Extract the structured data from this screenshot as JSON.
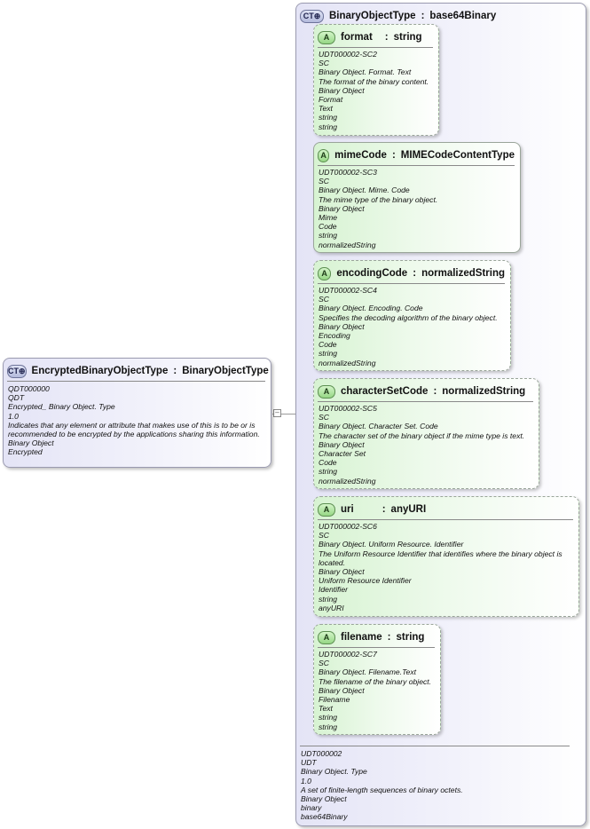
{
  "left_type": {
    "badge": "CT",
    "name": "EncryptedBinaryObjectType",
    "base": "BinaryObjectType",
    "details": [
      "QDT000000",
      "QDT",
      "Encrypted_ Binary Object. Type",
      "1.0",
      "Indicates that any element or attribute that makes use of this is to be or is recommended to be encrypted by the applications sharing this information.",
      "Binary Object",
      "Encrypted"
    ]
  },
  "right_type": {
    "badge": "CT",
    "name": "BinaryObjectType",
    "base": "base64Binary",
    "details": [
      "UDT000002",
      "UDT",
      "Binary Object. Type",
      "1.0",
      "A set of finite-length sequences of binary octets.",
      "Binary Object",
      "binary",
      "base64Binary"
    ]
  },
  "attributes": [
    {
      "badge": "A",
      "name": "format",
      "type": "string",
      "details": [
        "UDT000002-SC2",
        "SC",
        "Binary Object. Format. Text",
        "The format of the binary content.",
        "Binary Object",
        "Format",
        "Text",
        "string",
        "string"
      ]
    },
    {
      "badge": "A",
      "name": "mimeCode",
      "type": "MIMECodeContentType",
      "details": [
        "UDT000002-SC3",
        "SC",
        "Binary Object. Mime. Code",
        "The mime type of the binary object.",
        "Binary Object",
        "Mime",
        "Code",
        "string",
        "normalizedString"
      ]
    },
    {
      "badge": "A",
      "name": "encodingCode",
      "type": "normalizedString",
      "details": [
        "UDT000002-SC4",
        "SC",
        "Binary Object. Encoding. Code",
        "Specifies the decoding algorithm of the binary object.",
        "Binary Object",
        "Encoding",
        "Code",
        "string",
        "normalizedString"
      ]
    },
    {
      "badge": "A",
      "name": "characterSetCode",
      "type": "normalizedString",
      "details": [
        "UDT000002-SC5",
        "SC",
        "Binary Object. Character Set. Code",
        "The character set of the binary object if the mime type is text.",
        "Binary Object",
        "Character Set",
        "Code",
        "string",
        "normalizedString"
      ]
    },
    {
      "badge": "A",
      "name": "uri",
      "type": "anyURI",
      "details": [
        "UDT000002-SC6",
        "SC",
        "Binary Object. Uniform Resource. Identifier",
        "The Uniform Resource Identifier that identifies where the binary object is located.",
        "Binary Object",
        "Uniform Resource Identifier",
        "Identifier",
        "string",
        "anyURI"
      ]
    },
    {
      "badge": "A",
      "name": "filename",
      "type": "string",
      "details": [
        "UDT000002-SC7",
        "SC",
        "Binary Object. Filename.Text",
        "The filename of the binary object.",
        "Binary Object",
        "Filename",
        "Text",
        "string",
        "string"
      ]
    }
  ],
  "separator": ":"
}
